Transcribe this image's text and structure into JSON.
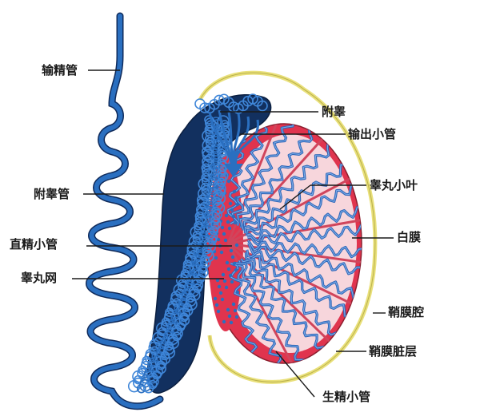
{
  "labels": {
    "vas_deferens": "输精管",
    "epididymis_head": "附睾",
    "efferent_ductules": "输出小管",
    "epididymal_duct": "附睾管",
    "testis_lobule": "睾丸小叶",
    "tubulus_rectus": "直精小管",
    "tunica_albuginea": "白膜",
    "rete_testis": "睾丸网",
    "vaginal_cavity": "鞘膜腔",
    "visceral_layer": "鞘膜脏层",
    "seminiferous_tubule": "生精小管"
  },
  "colors": {
    "duct_blue": "#2a6fc0",
    "duct_dark": "#0f2a5a",
    "albuginea_red": "#e0344e",
    "lobule_pink": "#f7d6dc",
    "tunica_yellow": "#e9e07a",
    "tubule_blue": "#2f66b8",
    "leader_black": "#1a1a1a"
  }
}
